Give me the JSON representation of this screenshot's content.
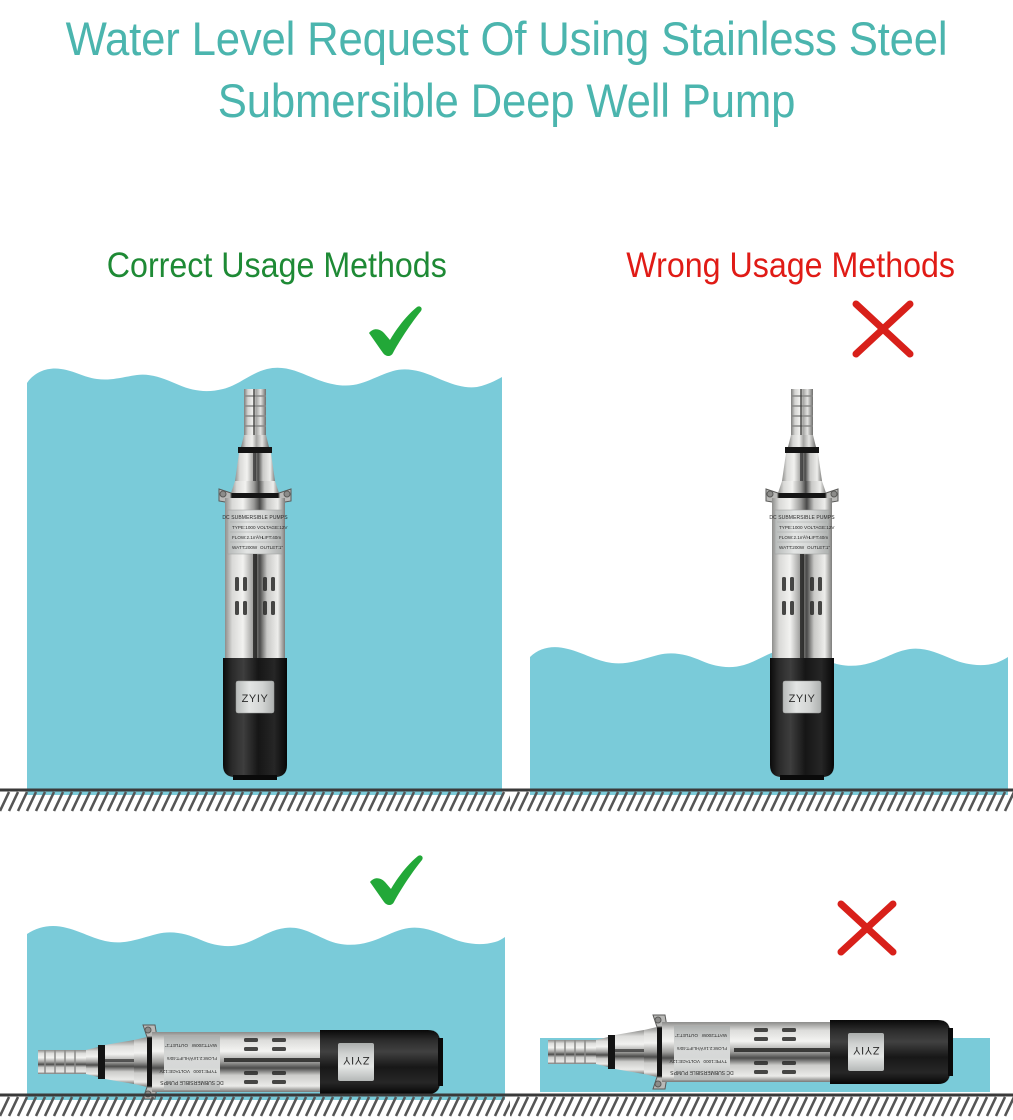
{
  "title": {
    "line1": "Water Level Request Of Using Stainless Steel",
    "line2": "Submersible Deep Well Pump",
    "color": "#4BB5AE"
  },
  "columns": {
    "correct": {
      "heading": "Correct Usage Methods",
      "color": "#1E8A35",
      "mark": "check-mark"
    },
    "wrong": {
      "heading": "Wrong Usage Methods",
      "color": "#E01B16",
      "mark": "cross-mark"
    }
  },
  "colors": {
    "water": "#7ACBD9",
    "ground_line": "#4D4D4D",
    "hatch": "#555555",
    "pump_body_steel": "#C8C8C6",
    "pump_body_black": "#101010",
    "label_plate": "#D9DBDA"
  },
  "pump": {
    "brand": "ZYIY",
    "spec_label": {
      "line1": "DC SUBMERSIBLE PUMPS",
      "line2_left": "TYPE:1000",
      "line2_right": "VOLTAGE:12V",
      "line3_left": "FLOW:2.1m³/H",
      "line3_right": "LIFT:40m",
      "line4_left": "WATT:200W",
      "line4_right": "OUTLET:1\""
    }
  },
  "panels": [
    {
      "id": "top-left-correct",
      "scenario": "Pump fully submerged below the water surface",
      "water_level": "high",
      "pump_orientation": "vertical",
      "verdict": "correct"
    },
    {
      "id": "top-right-wrong",
      "scenario": "Water level only reaches the lower motor section, pump body exposed",
      "water_level": "low",
      "pump_orientation": "vertical",
      "verdict": "wrong"
    },
    {
      "id": "bottom-left-correct",
      "scenario": "Pump lying horizontally and fully submerged",
      "water_level": "high",
      "pump_orientation": "horizontal",
      "verdict": "correct"
    },
    {
      "id": "bottom-right-wrong",
      "scenario": "Pump lying horizontally with only a shallow layer of water",
      "water_level": "very-low",
      "pump_orientation": "horizontal",
      "verdict": "wrong"
    }
  ]
}
